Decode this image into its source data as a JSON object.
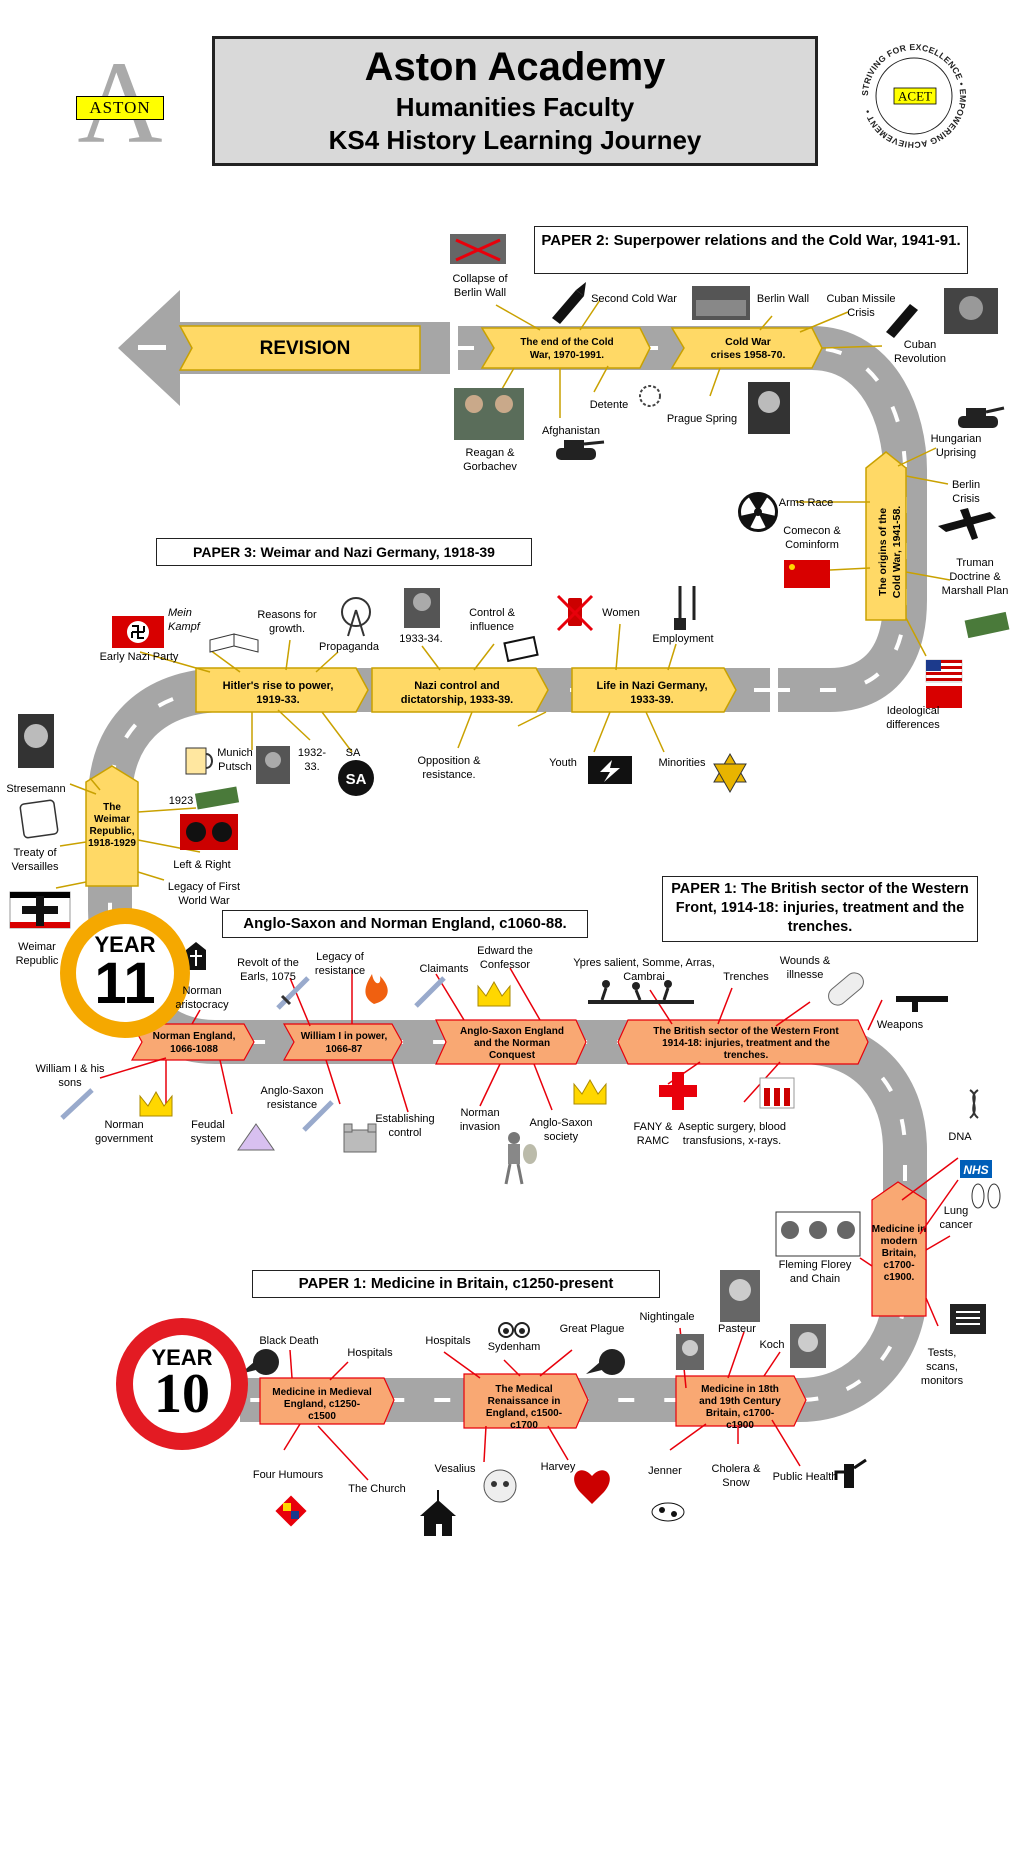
{
  "header": {
    "title": "Aston Academy",
    "subtitle": "Humanities Faculty",
    "journey": "KS4 History Learning Journey"
  },
  "logos": {
    "left_letter": "A",
    "left_tag": "ASTON",
    "right_tag": "ACET",
    "right_ring": "STRIVING FOR EXCELLENCE • EMPOWERING ACHIEVEMENT •"
  },
  "years": {
    "year_word": "YEAR",
    "year11": "11",
    "year10": "10"
  },
  "papers": {
    "cold_war": "PAPER 2: Superpower relations and the Cold War, 1941-91.",
    "weimar": "PAPER 3: Weimar and Nazi Germany, 1918-39",
    "anglo_saxon": "Anglo-Saxon and Norman England, c1060-88.",
    "western_front": "PAPER 1:  The British sector of the Western Front, 1914-18: injuries, treatment and the trenches.",
    "medicine": "PAPER 1:  Medicine in Britain, c1250-present"
  },
  "revision": "REVISION",
  "cold_war_units": {
    "end": "The end of the Cold War, 1970-1991.",
    "crises": "Cold War crises 1958-70.",
    "origins": "The origins of the Cold War, 1941-58."
  },
  "weimar_units": {
    "rise": "Hitler's rise to power, 1919-33.",
    "control": "Nazi control and dictatorship, 1933-39.",
    "life": "Life in Nazi Germany, 1933-39.",
    "republic": "The Weimar Republic, 1918-1929"
  },
  "anglo_units": {
    "norman": "Norman England, 1066-1088",
    "william": "William I in power, 1066-87",
    "conquest": "Anglo-Saxon England and the Norman Conquest"
  },
  "wf_unit": "The British sector of the Western Front 1914-18: injuries, treatment and the trenches.",
  "medicine_units": {
    "modern": "Medicine in modern Britain, c1700-c1900.",
    "medieval": "Medicine in Medieval England, c1250-c1500",
    "renaissance": "The Medical Renaissance in England, c1500-c1700",
    "c18": "Medicine in 18th and 19th Century Britain, c1700-c1900"
  },
  "topics": {
    "collapse": "Collapse of Berlin Wall",
    "second_cw": "Second Cold War",
    "berlin_wall": "Berlin Wall",
    "cuban_missile": "Cuban Missile Crisis",
    "cuban_rev": "Cuban Revolution",
    "detente": "Detente",
    "prague": "Prague Spring",
    "afghanistan": "Afghanistan",
    "reagan": "Reagan & Gorbachev",
    "hungarian": "Hungarian Uprising",
    "berlin_crisis": "Berlin Crisis",
    "arms_race": "Arms Race",
    "comecon": "Comecon & Cominform",
    "truman": "Truman Doctrine & Marshall Plan",
    "ideological": "Ideological differences",
    "mein_kampf": "Mein Kampf",
    "early_nazi": "Early Nazi Party",
    "reasons_growth": "Reasons for growth.",
    "propaganda": "Propaganda",
    "y1933_34": "1933-34.",
    "control_influence": "Control & influence",
    "women": "Women",
    "employment": "Employment",
    "munich": "Munich Putsch",
    "y1932_33": "1932-33.",
    "sa": "SA",
    "opposition": "Opposition & resistance.",
    "youth": "Youth",
    "minorities": "Minorities",
    "stresemann": "Stresemann",
    "y1923": "1923",
    "versailles": "Treaty of Versailles",
    "left_right": "Left & Right",
    "legacy_ww1": "Legacy of First World War",
    "weimar_rep": "Weimar Republic",
    "revolt": "Revolt of the Earls, 1075",
    "legacy_res": "Legacy of resistance",
    "claimants": "Claimants",
    "confessor": "Edward the Confessor",
    "norman_aris": "Norman aristocracy",
    "william_sons": "William I & his sons",
    "norman_gov": "Norman government",
    "feudal": "Feudal system",
    "as_resistance": "Anglo-Saxon resistance",
    "establishing": "Establishing control",
    "norman_inv": "Norman invasion",
    "as_society": "Anglo-Saxon society",
    "ypres": "Ypres salient, Somme, Arras, Cambrai",
    "trenches": "Trenches",
    "wounds": "Wounds & illnesse",
    "weapons": "Weapons",
    "fany": "FANY & RAMC",
    "aseptic": "Aseptic surgery, blood transfusions, x-rays.",
    "dna": "DNA",
    "lung": "Lung cancer",
    "fleming": "Fleming Florey and Chain",
    "tests": "Tests, scans, monitors",
    "black_death": "Black Death",
    "hospitals_a": "Hospitals",
    "hospitals_b": "Hospitals",
    "sydenham": "Sydenham",
    "plague": "Great Plague",
    "nightingale": "Nightingale",
    "pasteur": "Pasteur",
    "koch": "Koch",
    "four_humours": "Four Humours",
    "church": "The Church",
    "vesalius": "Vesalius",
    "harvey": "Harvey",
    "jenner": "Jenner",
    "cholera": "Cholera & Snow",
    "public_health": "Public Health"
  },
  "icons": [
    "berlin-wall-icon",
    "missile-icon",
    "castro-icon",
    "reagan-gorbachev-icon",
    "tank-icon",
    "laurel-icon",
    "prague-leader-icon",
    "radiation-icon",
    "soviet-flag-icon",
    "plane-icon",
    "usa-flag-icon",
    "money-icon",
    "swastika-flag-icon",
    "book-icon",
    "radio-tower-icon",
    "hitler-portrait-icon",
    "ss-stamp-icon",
    "lipstick-icon",
    "shovel-icon",
    "beer-icon",
    "sa-symbol-icon",
    "lightning-icon",
    "star-of-david-icon",
    "stresemann-icon",
    "scroll-icon",
    "german-flag-icon",
    "imperial-flag-icon",
    "mitre-icon",
    "sword-icon",
    "fire-icon",
    "crown-icon",
    "soldiers-icon",
    "bandage-icon",
    "gun-icon",
    "red-cross-icon",
    "test-tubes-icon",
    "pyramid-icon",
    "castle-icon",
    "knight-icon",
    "dna-icon",
    "nhs-icon",
    "lungs-icon",
    "scientists-icon",
    "xray-icon",
    "plague-doctor-icon",
    "eyes-icon",
    "portrait-icon",
    "humours-icon",
    "church-icon",
    "skull-icon",
    "heart-icon",
    "cow-icon",
    "pump-icon"
  ],
  "colors": {
    "road": "#a6a6a6",
    "paper2_3": "#ffd966",
    "paper2_3_line": "#c9a100",
    "paper1": "#f9a873",
    "paper1_line": "#e8000b",
    "year11": "#f5a800",
    "year10": "#e31b23"
  }
}
